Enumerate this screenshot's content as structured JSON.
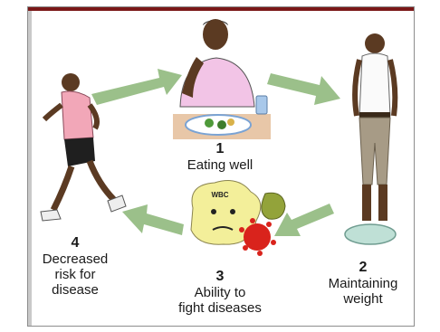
{
  "steps": [
    {
      "number": "1",
      "caption": "Eating well"
    },
    {
      "number": "2",
      "caption_line1": "Maintaining",
      "caption_line2": "weight"
    },
    {
      "number": "3",
      "caption_line1": "Ability to",
      "caption_line2": "fight diseases"
    },
    {
      "number": "4",
      "caption_line1": "Decreased",
      "caption_line2": "risk for",
      "caption_line3": "disease"
    }
  ],
  "cell_badge": "WBC",
  "icons": [
    "eating-man-icon",
    "standing-man-on-scale-icon",
    "white-blood-cell-icon",
    "virus-icon",
    "running-man-icon",
    "cycle-arrow-icon"
  ],
  "colors": {
    "arrow": "#9bc08a",
    "frame_top": "#7a1818",
    "shirt_pink": "#f2a7b8",
    "cell_yellow": "#f3ef9a",
    "virus_red": "#d9231c",
    "virus_green": "#93a33a"
  }
}
